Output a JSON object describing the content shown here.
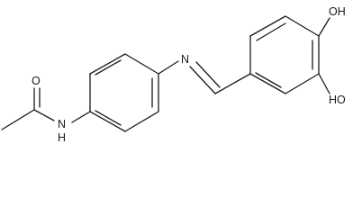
{
  "labels": {
    "hydroxyl_top": "OH",
    "hydroxyl_bottom": "HO",
    "imine_nitrogen": "N",
    "amide_oxygen": "O",
    "amide_nitrogen": "N",
    "amide_hydrogen": "H"
  }
}
